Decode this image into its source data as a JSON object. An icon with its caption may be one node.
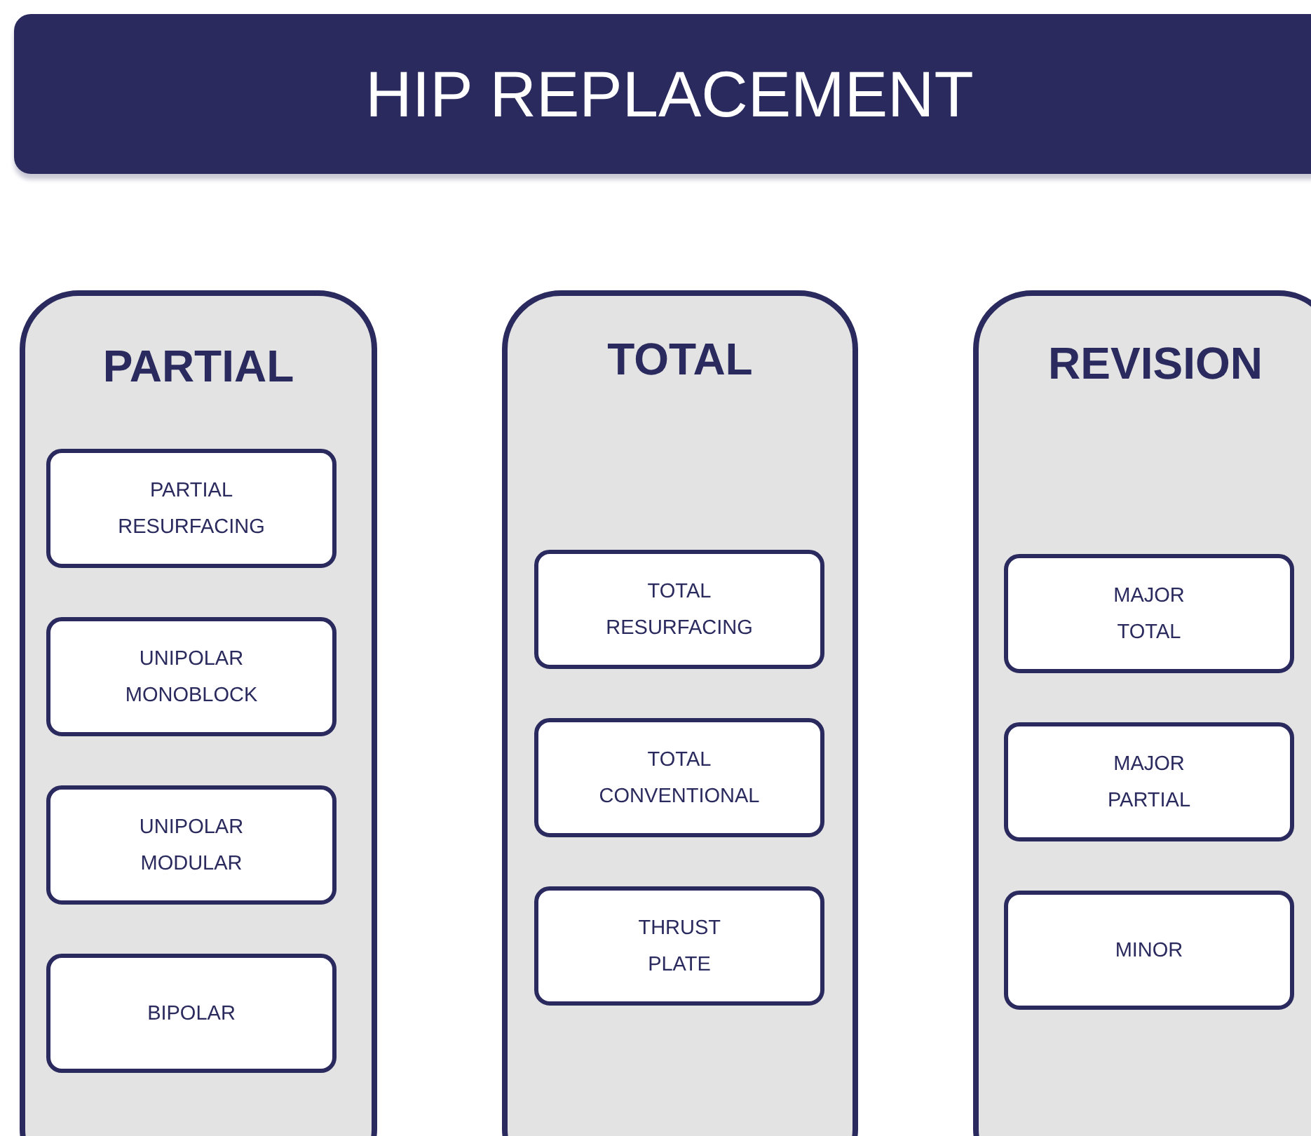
{
  "diagram": {
    "title": "HIP REPLACEMENT",
    "nodes": [
      {
        "text": [
          "PARTIAL"
        ]
      },
      {
        "text": [
          "PARTIAL RESURFACING"
        ],
        "in": 0
      },
      {
        "text": [
          "UNIPOLAR MONOBLOCK"
        ],
        "in": 0
      },
      {
        "text": [
          "UNIPOLAR MODULAR"
        ],
        "in": 0
      },
      {
        "text": [
          "BIPOLAR"
        ],
        "in": 0
      },
      {
        "text": [
          "TOTAL"
        ]
      },
      {
        "text": [
          "TOTAL RESURFACING"
        ],
        "in": 5
      },
      {
        "text": [
          "TOTAL CONVENTIONAL"
        ],
        "in": 5
      },
      {
        "text": [
          "THRUST PLATE"
        ],
        "in": 5
      },
      {
        "text": [
          "REVISION"
        ]
      },
      {
        "text": [
          "MAJOR TOTAL"
        ],
        "in": 9
      },
      {
        "text": [
          "MAJOR PARTIAL"
        ],
        "in": 9
      },
      {
        "text": [
          "MINOR"
        ],
        "in": 9
      }
    ]
  }
}
